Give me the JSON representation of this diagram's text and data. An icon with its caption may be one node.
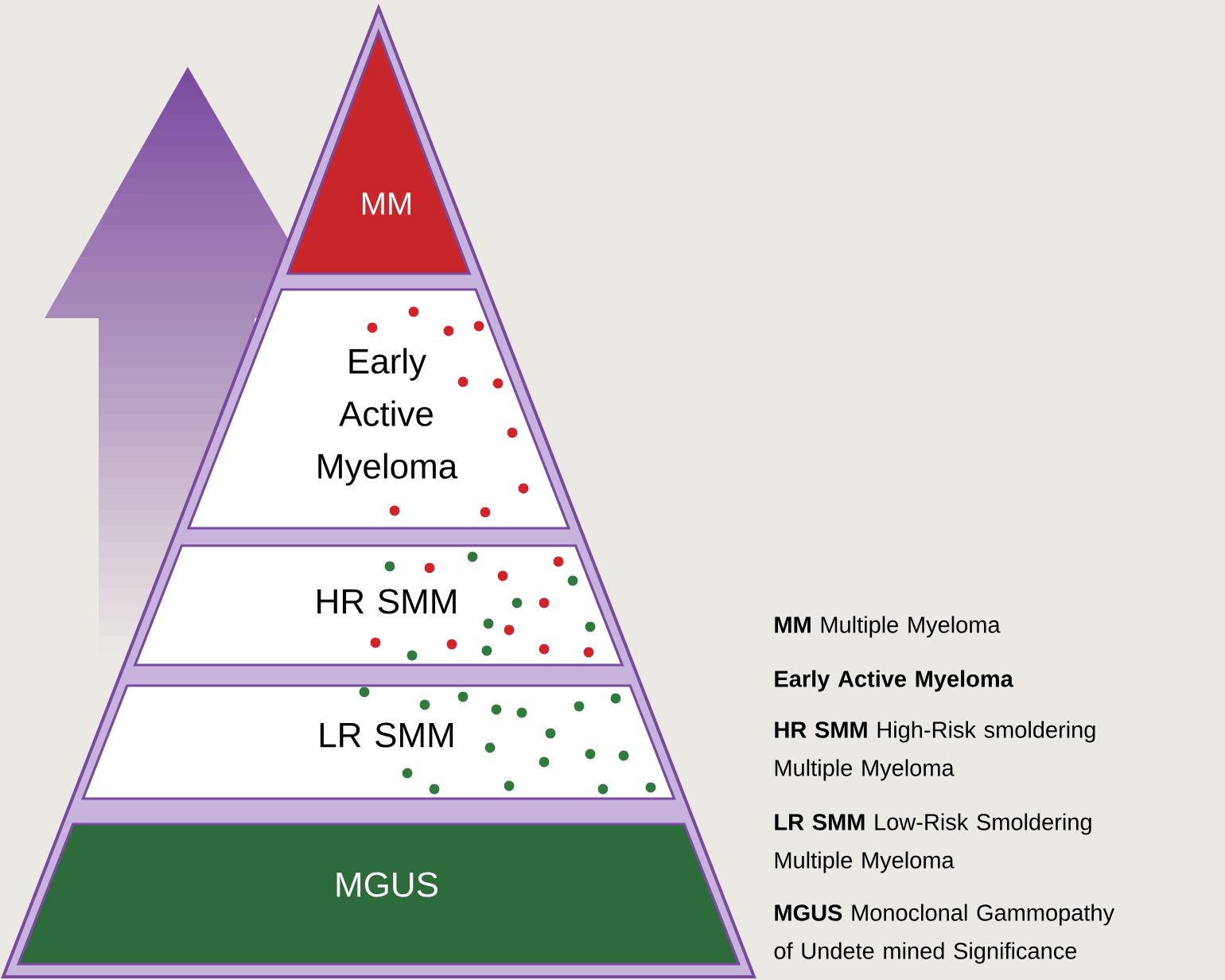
{
  "diagram": {
    "nodes": [
      {
        "text": [
          "MM"
        ]
      },
      {
        "text": [
          "Early Active Myeloma"
        ]
      },
      {
        "text": [
          "HR SMM"
        ]
      },
      {
        "text": [
          "LR SMM"
        ]
      },
      {
        "text": [
          "MGUS"
        ]
      }
    ],
    "labels": [
      "**MM** Multiple Myeloma",
      "Early Active Myeloma",
      "**HR SMM** High-Risk smoldering Multiple Myeloma",
      "**LR SMM** Low-Risk Smoldering Multiple Myeloma",
      "**MGUS** Monoclonal Gammopathy of Undete mined Significance"
    ]
  }
}
